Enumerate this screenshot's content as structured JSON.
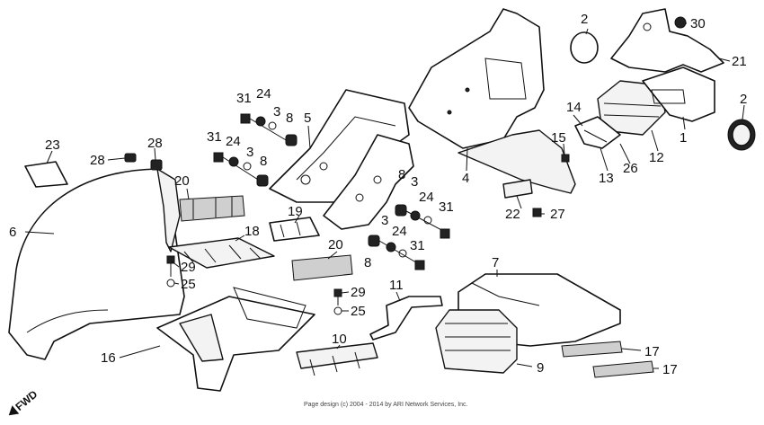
{
  "copyright": "Page design (c) 2004 - 2014 by ARI Network Services, Inc.",
  "fwd_label": "FWD",
  "callouts": {
    "c1": "1",
    "c2a": "2",
    "c2b": "2",
    "c3a": "3",
    "c3b": "3",
    "c3c": "3",
    "c3d": "3",
    "c4": "4",
    "c5": "5",
    "c6": "6",
    "c7": "7",
    "c8a": "8",
    "c8b": "8",
    "c8c": "8",
    "c8d": "8",
    "c9": "9",
    "c10": "10",
    "c11": "11",
    "c12": "12",
    "c13": "13",
    "c14": "14",
    "c15": "15",
    "c16": "16",
    "c17a": "17",
    "c17b": "17",
    "c18": "18",
    "c19": "19",
    "c20a": "20",
    "c20b": "20",
    "c21": "21",
    "c22": "22",
    "c23": "23",
    "c24a": "24",
    "c24b": "24",
    "c24c": "24",
    "c24d": "24",
    "c25a": "25",
    "c25b": "25",
    "c26": "26",
    "c27": "27",
    "c28a": "28",
    "c28b": "28",
    "c29a": "29",
    "c29b": "29",
    "c30": "30",
    "c31a": "31",
    "c31b": "31",
    "c31c": "31",
    "c31d": "31"
  }
}
